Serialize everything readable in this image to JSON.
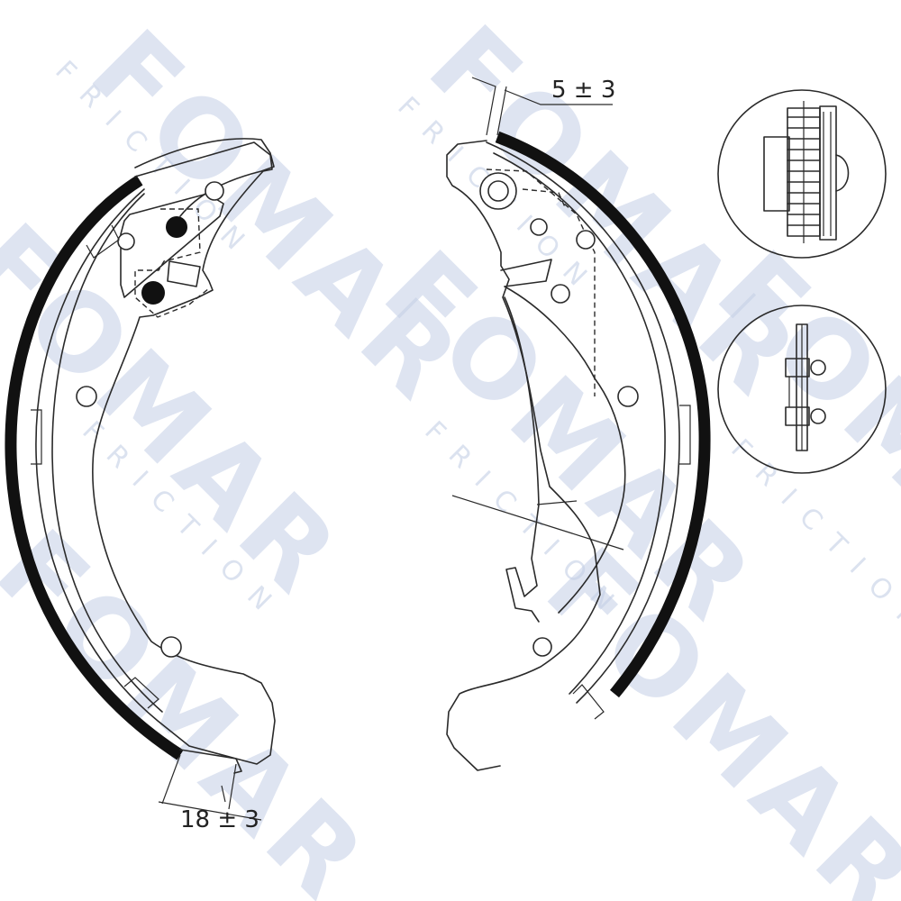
{
  "watermark": {
    "brand": "FOMAR",
    "sub": "FRICTION"
  },
  "dimensions": {
    "top_gap": "5 ± 3",
    "bottom_gap": "18 ± 3"
  },
  "colors": {
    "watermark": "#c4cfe6",
    "line": "#2a2a2a",
    "lining": "#111111"
  }
}
